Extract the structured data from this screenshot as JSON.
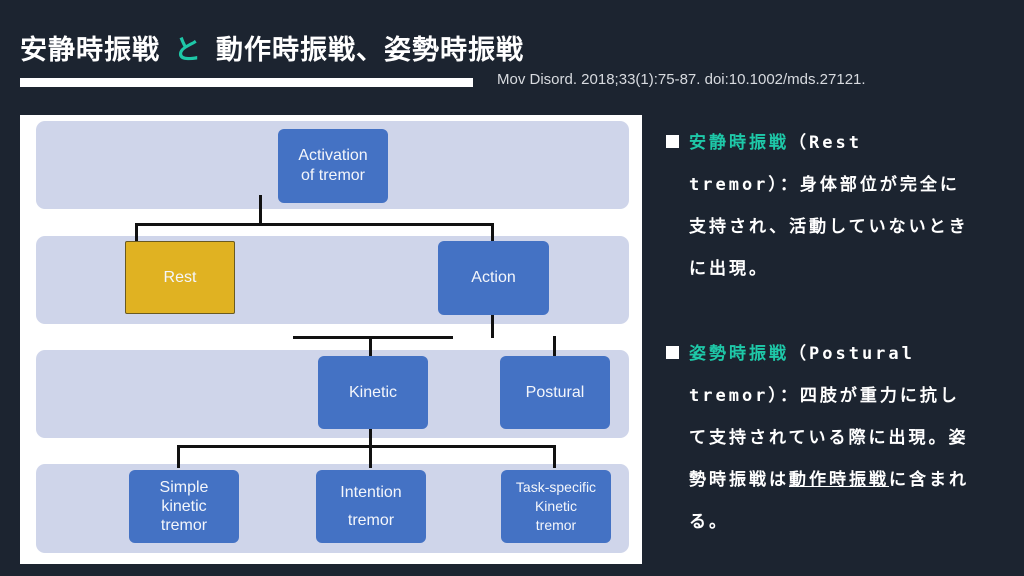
{
  "header": {
    "title_part1": "安静時振戦",
    "title_connector": "と",
    "title_part2": "動作時振戦、姿勢時振戦",
    "citation": "Mov Disord. 2018;33(1):75-87. doi:10.1002/mds.27121."
  },
  "colors": {
    "background": "#1c2430",
    "accent": "#1ec8a8",
    "node_blue": "#4472c4",
    "node_highlight": "#e0b222",
    "band": "#cfd5ea"
  },
  "diagram": {
    "root": "Activation\nof tremor",
    "level1": {
      "rest": "Rest",
      "action": "Action"
    },
    "level2": {
      "kinetic": "Kinetic",
      "postural": "Postural"
    },
    "level3": {
      "simple": "Simple\nkinetic\ntremor",
      "intention": "Intention\n\ntremor",
      "task": "Task-specific\nKinetic\ntremor"
    }
  },
  "notes": [
    {
      "term": "安静時振戦",
      "english": "（Rest tremor）",
      "body": "：身体部位が完全に支持され、活動していないときに出現。"
    },
    {
      "term": "姿勢時振戦",
      "english": "（Postural tremor）",
      "body_prefix": "：四肢が重力に抗して支持されている際に出現。姿勢時振戦は",
      "body_link": "動作時振戦",
      "body_suffix": "に含まれる。"
    }
  ]
}
